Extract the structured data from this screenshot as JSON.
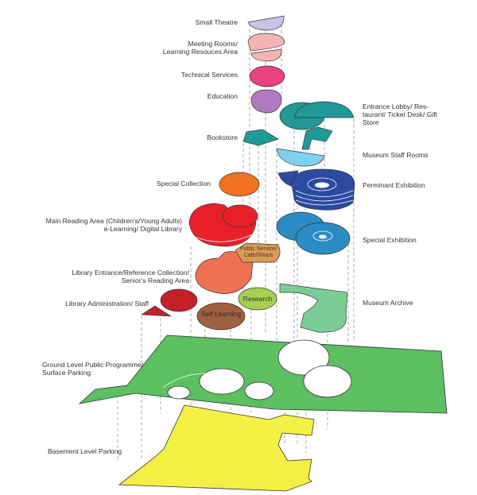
{
  "labels": {
    "small_theatre": "Small Theatre",
    "meeting_rooms_1": "Meeting Rooms/",
    "meeting_rooms_2": "Learning Resouces Area",
    "technical_services": "Technical Services",
    "education": "Education",
    "entrance_lobby_1": "Entrance Lobby/ Res-",
    "entrance_lobby_2": "taurant/ Ticket Desk/ Gift",
    "entrance_lobby_3": "Store",
    "bookstore": "Bookstore",
    "museum_staff_rooms": "Museum Staff Rooms",
    "special_collection": "Special Collection",
    "permanent_exhibition": "Perminant Exhibition",
    "main_reading_1": "Main Reading Area (Children's/Young Adults)",
    "main_reading_2": "e-Learning/ Digital Library",
    "special_exhibition": "Special Exhibition",
    "library_entrance_1": "Library Entrance/Reference Collection/",
    "library_entrance_2": "Senior's Reading Area",
    "museum_archive": "Museum Archive",
    "library_admin": "Library Administration/ Staff",
    "ground_level_1": "Ground Level Public Programme/",
    "ground_level_2": "Surface Parking",
    "basement": "Basement Level Parking"
  },
  "inline_labels": {
    "public_service_1": "Public Service/",
    "public_service_2": "Cafe/Shops",
    "research": "Research",
    "self_learning": "Self Learning"
  },
  "colors": {
    "small_theatre": "#c8c2e6",
    "meeting_rooms": "#f5b3b3",
    "technical_services": "#e8437e",
    "education": "#b07cc0",
    "teal": "#1f9a98",
    "staff_rooms": "#80d0f2",
    "permanent_exhibition": "#2b4aa0",
    "special_collection": "#f07222",
    "main_reading": "#e8202a",
    "special_exhibition": "#2a8cc2",
    "public_service": "#d99a58",
    "library_entrance": "#ee7252",
    "research": "#a9cf52",
    "library_admin": "#c4202a",
    "self_learning": "#a0603f",
    "museum_archive": "#7ccc96",
    "ground": "#5cbf60",
    "basement": "#f4ef44"
  }
}
